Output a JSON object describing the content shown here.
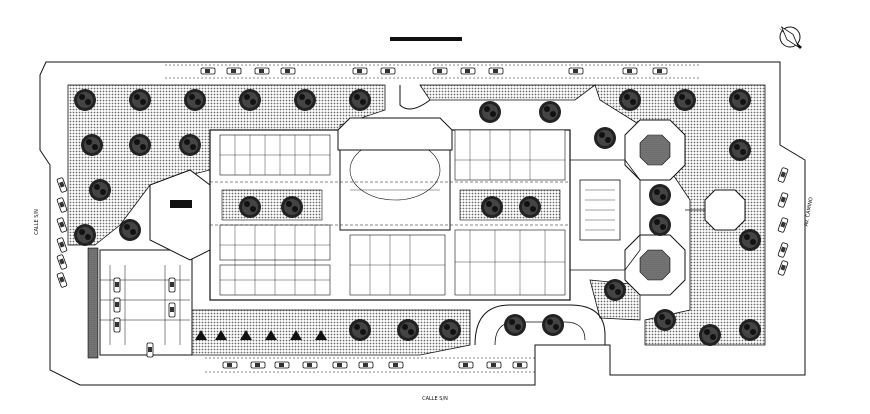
{
  "streets": {
    "bottom": "CALLE S/N",
    "left": "CALLE S/N",
    "right": "AV. CAMINO"
  },
  "title_bar": "",
  "colors": {
    "hatch": "#555555",
    "line": "#111111",
    "paper": "#ffffff"
  },
  "icons": [
    "north-arrow-icon",
    "tree-icon",
    "car-icon"
  ]
}
